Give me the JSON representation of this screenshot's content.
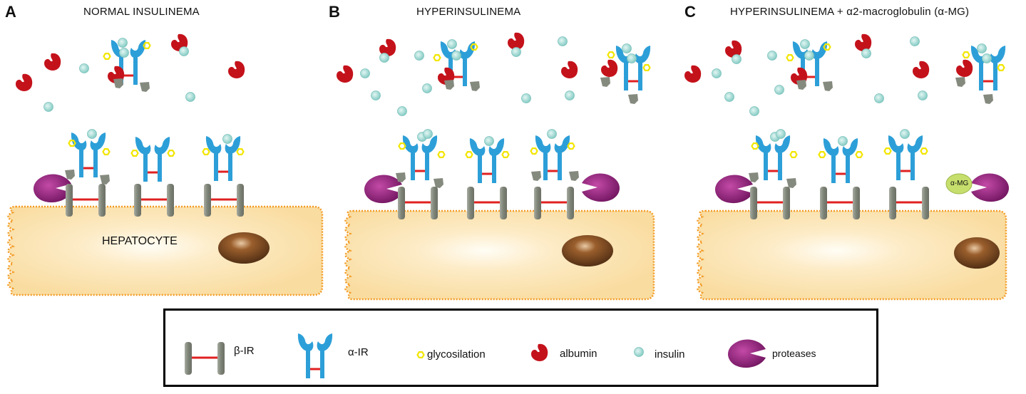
{
  "panels": [
    {
      "letter": "A",
      "title": "NORMAL INSULINEMA"
    },
    {
      "letter": "B",
      "title": "HYPERINSULINEMA"
    },
    {
      "letter": "C",
      "title": "HYPERINSULINEMA + α2-macroglobulin (α-MG)"
    }
  ],
  "cell_label": "HEPATOCYTE",
  "amg_label": "α-MG",
  "legend": {
    "beta_ir": "β-IR",
    "alpha_ir": "α-IR",
    "glycosilation": "glycosilation",
    "albumin": "albumin",
    "insulin": "insulin",
    "proteases": "proteases"
  },
  "colors": {
    "receptor_alpha": "#2d9fd8",
    "receptor_beta": "#858a7e",
    "disulfide_bond": "#e02020",
    "glycosylation": "#f2e600",
    "albumin": "#c4121b",
    "insulin": "#9fd8d2",
    "protease": "#8b1f78",
    "cell_fill": "#fde9c0",
    "cell_border": "#f39b25",
    "nucleus": "#5a3418",
    "amg": "#c6de6c"
  }
}
